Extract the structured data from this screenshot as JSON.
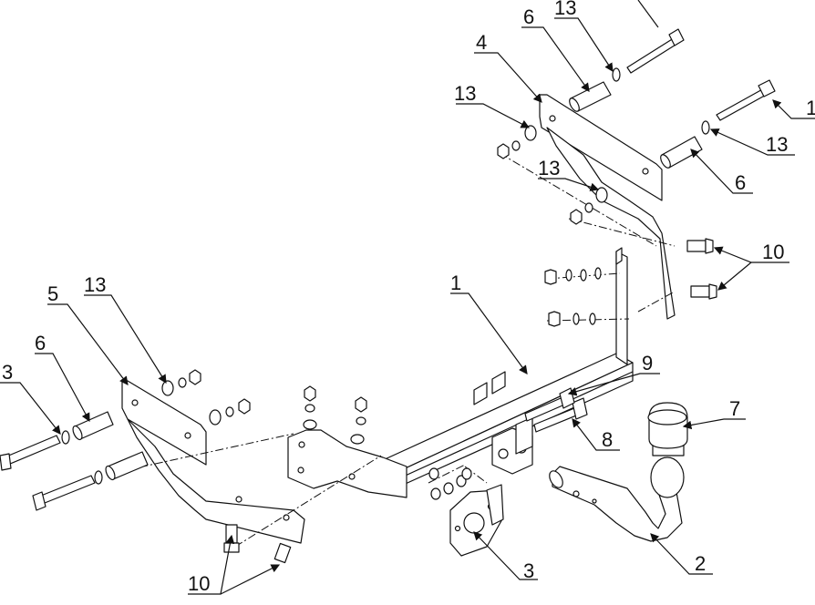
{
  "labels": {
    "main_crossbar": "1",
    "towball_neck": "2",
    "socket_plate": "3",
    "bracket_right": "4",
    "bracket_left": "5",
    "spacer_tube_top": "6",
    "spacer_tube_right": "6",
    "spacer_tube_left": "6",
    "towball": "7",
    "bolt_8": "8",
    "bolt_9": "9",
    "bolts_10_right": "10",
    "bolts_10_bottom": "10",
    "washer_13_top": "13",
    "washer_13_bracket_a": "13",
    "washer_13_bracket_b": "13",
    "washer_13_right": "13",
    "washer_13_left": "13",
    "bolt_edge_left": "3",
    "bolt_edge_right": "1"
  }
}
